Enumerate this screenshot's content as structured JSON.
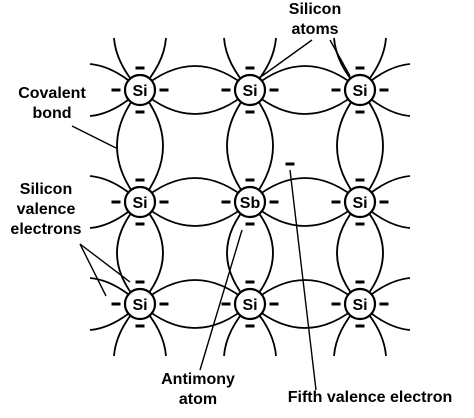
{
  "labels": {
    "silicon_atoms": [
      "Silicon",
      "atoms"
    ],
    "covalent_bond": [
      "Covalent",
      "bond"
    ],
    "silicon_valence_electrons": [
      "Silicon",
      "valence",
      "electrons"
    ],
    "antimony_atom": [
      "Antimony",
      "atom"
    ],
    "fifth_valence_electron": "Fifth valence electron"
  },
  "atoms": [
    {
      "row": 1,
      "col": 1,
      "symbol": "Si"
    },
    {
      "row": 1,
      "col": 2,
      "symbol": "Si"
    },
    {
      "row": 1,
      "col": 3,
      "symbol": "Si"
    },
    {
      "row": 2,
      "col": 1,
      "symbol": "Si"
    },
    {
      "row": 2,
      "col": 2,
      "symbol": "Sb"
    },
    {
      "row": 2,
      "col": 3,
      "symbol": "Si"
    },
    {
      "row": 3,
      "col": 1,
      "symbol": "Si"
    },
    {
      "row": 3,
      "col": 2,
      "symbol": "Si"
    },
    {
      "row": 3,
      "col": 3,
      "symbol": "Si"
    }
  ],
  "electron_symbol": "–"
}
